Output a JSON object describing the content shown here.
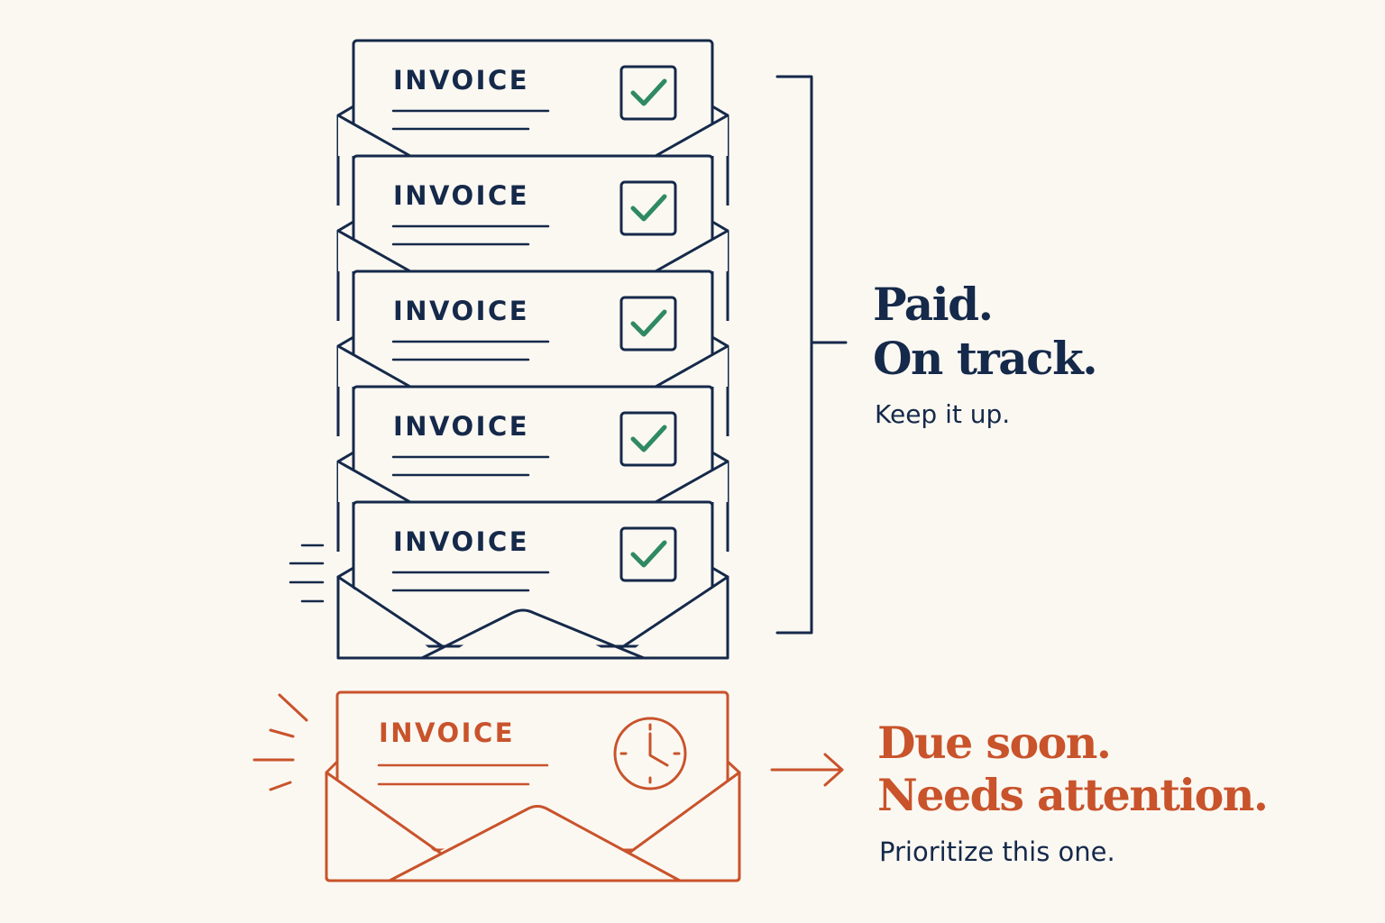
{
  "colors": {
    "background": "#fbf8f2",
    "navy": "#15294a",
    "green": "#2f8a63",
    "orange": "#c9532b"
  },
  "paid_invoices": [
    {
      "label": "INVOICE",
      "status_icon": "checkmark-icon"
    },
    {
      "label": "INVOICE",
      "status_icon": "checkmark-icon"
    },
    {
      "label": "INVOICE",
      "status_icon": "checkmark-icon"
    },
    {
      "label": "INVOICE",
      "status_icon": "checkmark-icon"
    },
    {
      "label": "INVOICE",
      "status_icon": "checkmark-icon"
    }
  ],
  "paid_message": {
    "line1": "Paid.",
    "line2": "On track.",
    "subtext": "Keep it up."
  },
  "due_invoice": {
    "label": "INVOICE",
    "status_icon": "clock-icon"
  },
  "due_message": {
    "line1": "Due soon.",
    "line2": "Needs attention.",
    "subtext": "Prioritize this one."
  }
}
